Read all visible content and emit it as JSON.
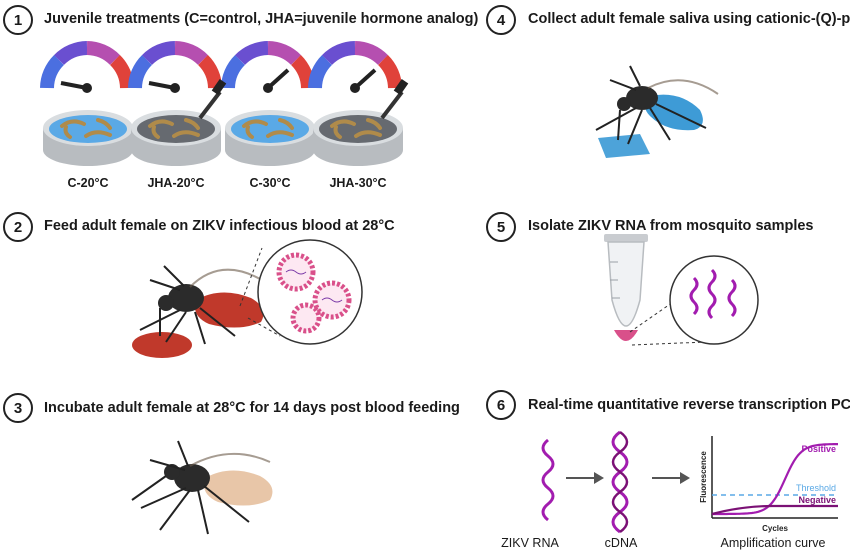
{
  "steps": [
    {
      "number": "1",
      "title": "Juvenile treatments (C=control, JHA=juvenile hormone analog)"
    },
    {
      "number": "2",
      "title": "Feed adult female on ZIKV infectious blood at 28°C"
    },
    {
      "number": "3",
      "title": "Incubate adult female at 28°C for 14 days post blood feeding"
    },
    {
      "number": "4",
      "title": "Collect adult female saliva using cationic-(Q)-paper"
    },
    {
      "number": "5",
      "title": "Isolate ZIKV RNA from mosquito samples"
    },
    {
      "number": "6",
      "title": "Real-time quantitative reverse transcription PCR"
    }
  ],
  "treatments": [
    "C-20°C",
    "JHA-20°C",
    "C-30°C",
    "JHA-30°C"
  ],
  "pcr_labels": {
    "rna": "ZIKV RNA",
    "cdna": "cDNA",
    "curve": "Amplification curve"
  },
  "chart_data": {
    "type": "line",
    "xlabel": "Cycles",
    "ylabel": "Fluorescence",
    "series": [
      {
        "name": "Positive",
        "color": "#a21caf"
      },
      {
        "name": "Negative",
        "color": "#7b1175"
      }
    ],
    "threshold_label": "Threshold",
    "threshold_color": "#5aa9e6"
  },
  "colors": {
    "accent": "#a21caf",
    "blood": "#c0392b",
    "dish_blue": "#5aa9e6",
    "dish_dark": "#6b6b6b",
    "paper": "#4da3d9"
  }
}
